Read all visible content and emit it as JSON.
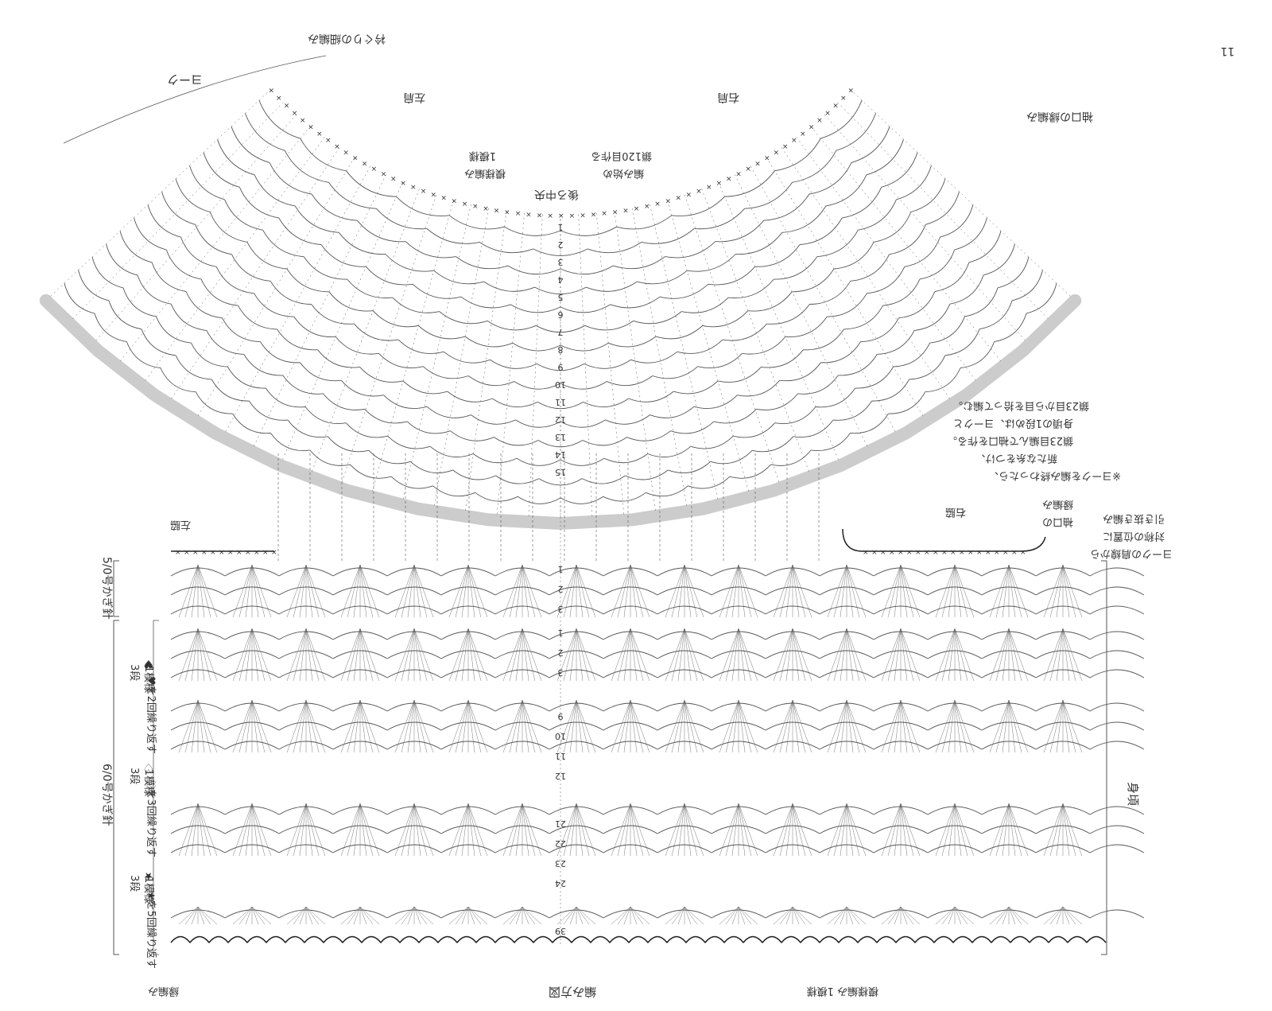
{
  "page_number": "11",
  "yoke": {
    "label": "ヨーク",
    "left_shoulder": "左肩",
    "right_shoulder": "右肩",
    "neck_edging": "衿ぐりの細編み",
    "back_center": "後ろ中央",
    "start_note_line1": "編み始め",
    "start_note_line2": "鎖120目作る",
    "pattern_repeat_line1": "模様編み",
    "pattern_repeat_line2": "1模様",
    "sleeve_edging": "袖口の縁編み",
    "row_numbers": [
      "1",
      "2",
      "3",
      "4",
      "5",
      "6",
      "7",
      "8",
      "9",
      "10",
      "11",
      "12",
      "13",
      "14",
      "15"
    ]
  },
  "notes": {
    "sleeve_note": [
      "※ヨークを編み終わったら、",
      "新たな糸をつけ、",
      "鎖23目編んで袖口を作る。",
      "身頃の1段めは、ヨークと",
      "鎖23目から目を拾って編む。"
    ],
    "edging_note": [
      "ヨークの肩線から",
      "対称の位置に",
      "引き抜き編み"
    ],
    "sleeve_edge_label": [
      "袖口の",
      "縁編み"
    ],
    "right_armpit": "右脇",
    "left_armpit": "左脇"
  },
  "body": {
    "label": "身頃",
    "hook_top": "5/0号かぎ針",
    "hook_bottom": "6/0号かぎ針",
    "row_numbers": [
      "1",
      "2",
      "3",
      "1",
      "2",
      "3",
      "9",
      "10",
      "11",
      "12",
      "21",
      "22",
      "23",
      "24",
      "39"
    ],
    "repeats": [
      {
        "marker": "♥",
        "text": "1模様",
        "sub": "3段",
        "note": "♥を2回繰り返す"
      },
      {
        "marker": "♡",
        "text": "1模様",
        "sub": "3段",
        "note": "♡を3回繰り返す"
      },
      {
        "marker": "★",
        "text": "1模様",
        "sub": "3段",
        "note": "★を5回繰り返す"
      }
    ]
  },
  "footer": {
    "caption_center": "編み方図",
    "caption_left": "縁編み",
    "caption_right": "模様編み 1模様"
  },
  "colors": {
    "line": "#555555",
    "edging_band": "#cccccc",
    "dark_stitch": "#222222"
  }
}
